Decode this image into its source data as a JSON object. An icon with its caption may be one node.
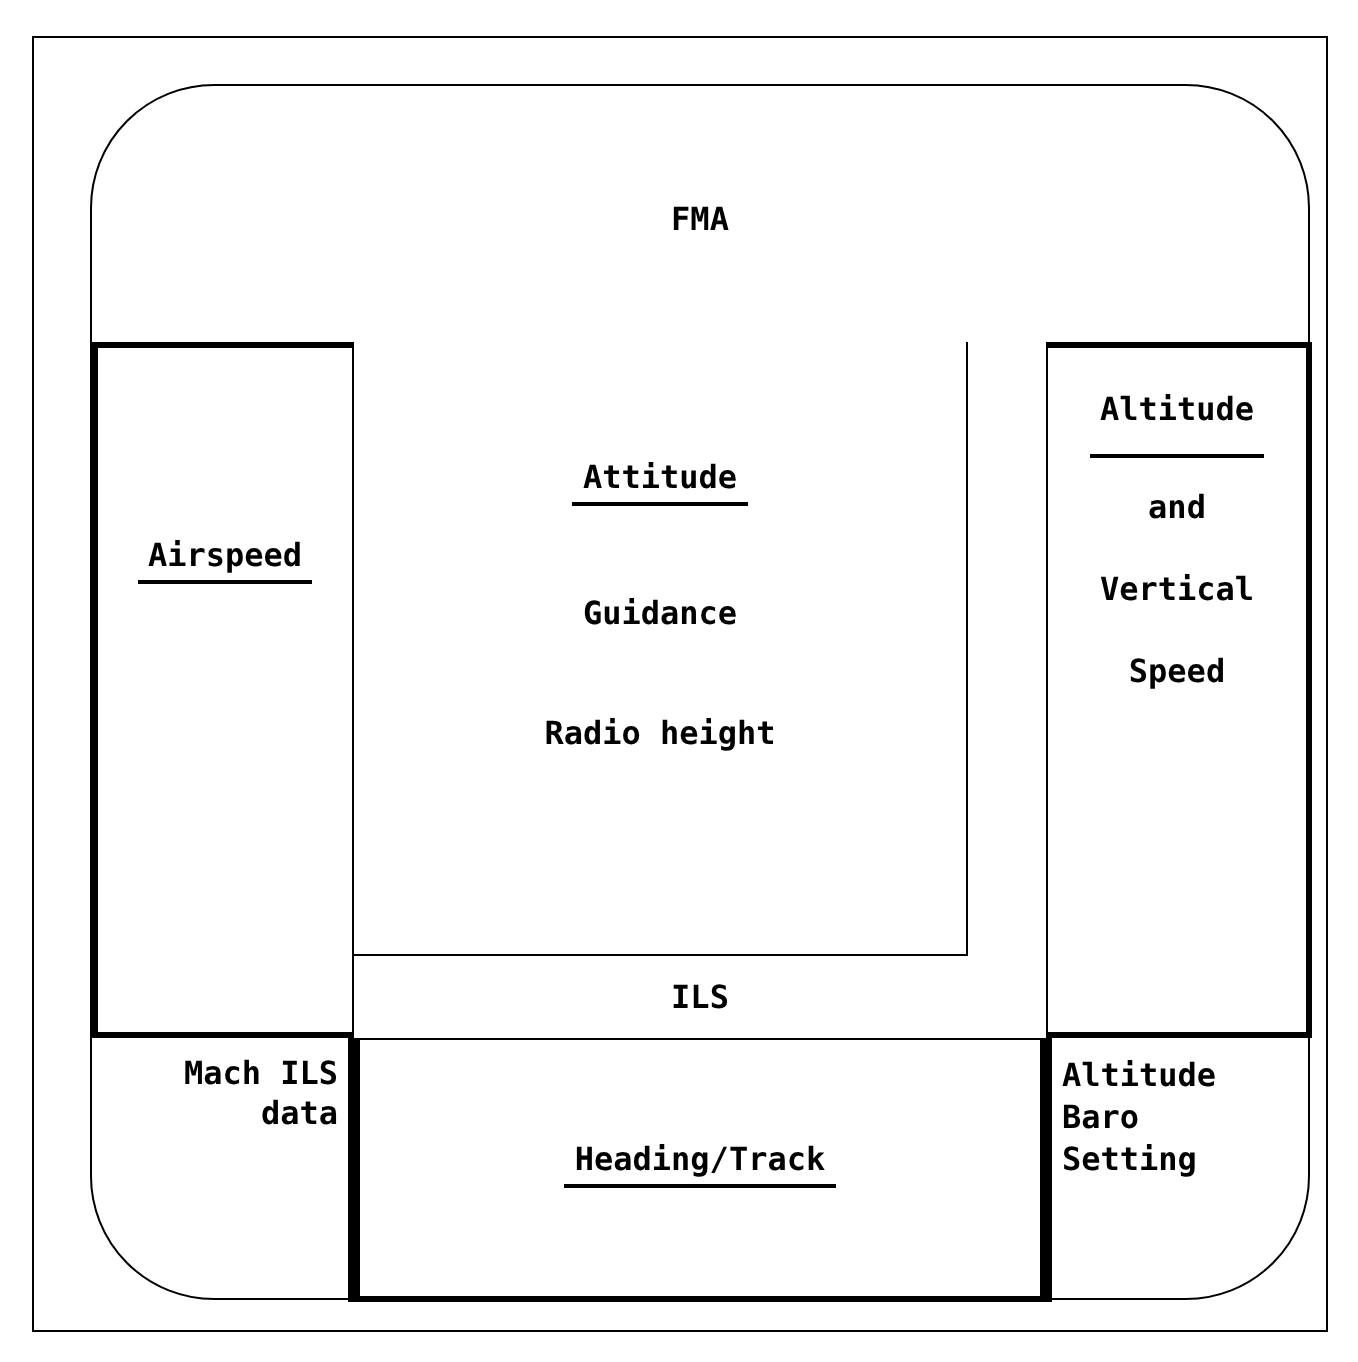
{
  "diagram": {
    "nodes": [
      {
        "text": [
          "FMA"
        ]
      },
      {
        "text": [
          "Airspeed"
        ],
        "in": 0
      },
      {
        "text": [
          "Attitude",
          "Guidance",
          "Radio height"
        ],
        "in": 0
      },
      {
        "text": [
          "ILS"
        ],
        "in": 0
      },
      {
        "text": [
          "Altitude",
          "and Vertical Speed"
        ],
        "in": 0
      },
      {
        "text": [
          "Mach ILS data"
        ],
        "in": 0
      },
      {
        "text": [
          "Heading/Track"
        ],
        "in": 0
      },
      {
        "text": [
          "Altitude Baro Setting"
        ],
        "in": 0
      }
    ]
  }
}
